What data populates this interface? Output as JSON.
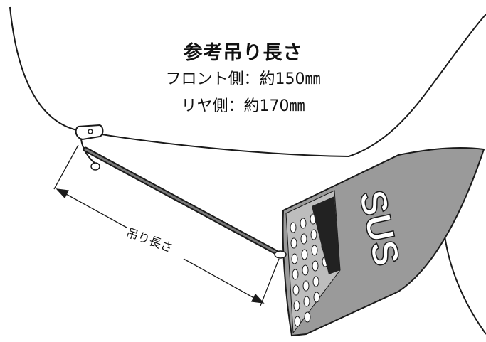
{
  "header": {
    "title": "参考吊り長さ",
    "front_line": "フロント側：約150㎜",
    "rear_line": "リヤ側：約170㎜"
  },
  "diagram": {
    "dimension_label": "吊り長さ",
    "flap_logo": "SUS"
  }
}
